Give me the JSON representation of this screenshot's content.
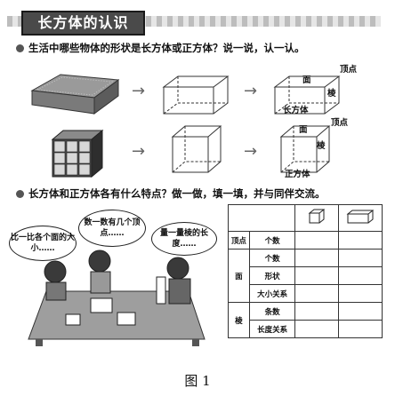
{
  "title": "长方体的认识",
  "question1": "生活中哪些物体的形状是长方体或正方体？说一说，认一认。",
  "question2": "长方体和正方体各有什么特点？做一做，填一填，并与同伴交流。",
  "row1": {
    "label_vertex": "顶点",
    "label_face": "面",
    "label_edge": "棱",
    "shape_name": "长方体"
  },
  "row2": {
    "label_vertex": "顶点",
    "label_face": "面",
    "label_edge": "棱",
    "shape_name": "正方体"
  },
  "bubbles": [
    "比一比各个面的大小……",
    "数一数有几个顶点……",
    "量一量棱的长度……"
  ],
  "table": {
    "rows": [
      {
        "group": "顶点",
        "item": "个数"
      },
      {
        "group": "面",
        "item": "个数"
      },
      {
        "group": "",
        "item": "形状"
      },
      {
        "group": "",
        "item": "大小关系"
      },
      {
        "group": "棱",
        "item": "条数"
      },
      {
        "group": "",
        "item": "长度关系"
      }
    ]
  },
  "caption": "图 1"
}
